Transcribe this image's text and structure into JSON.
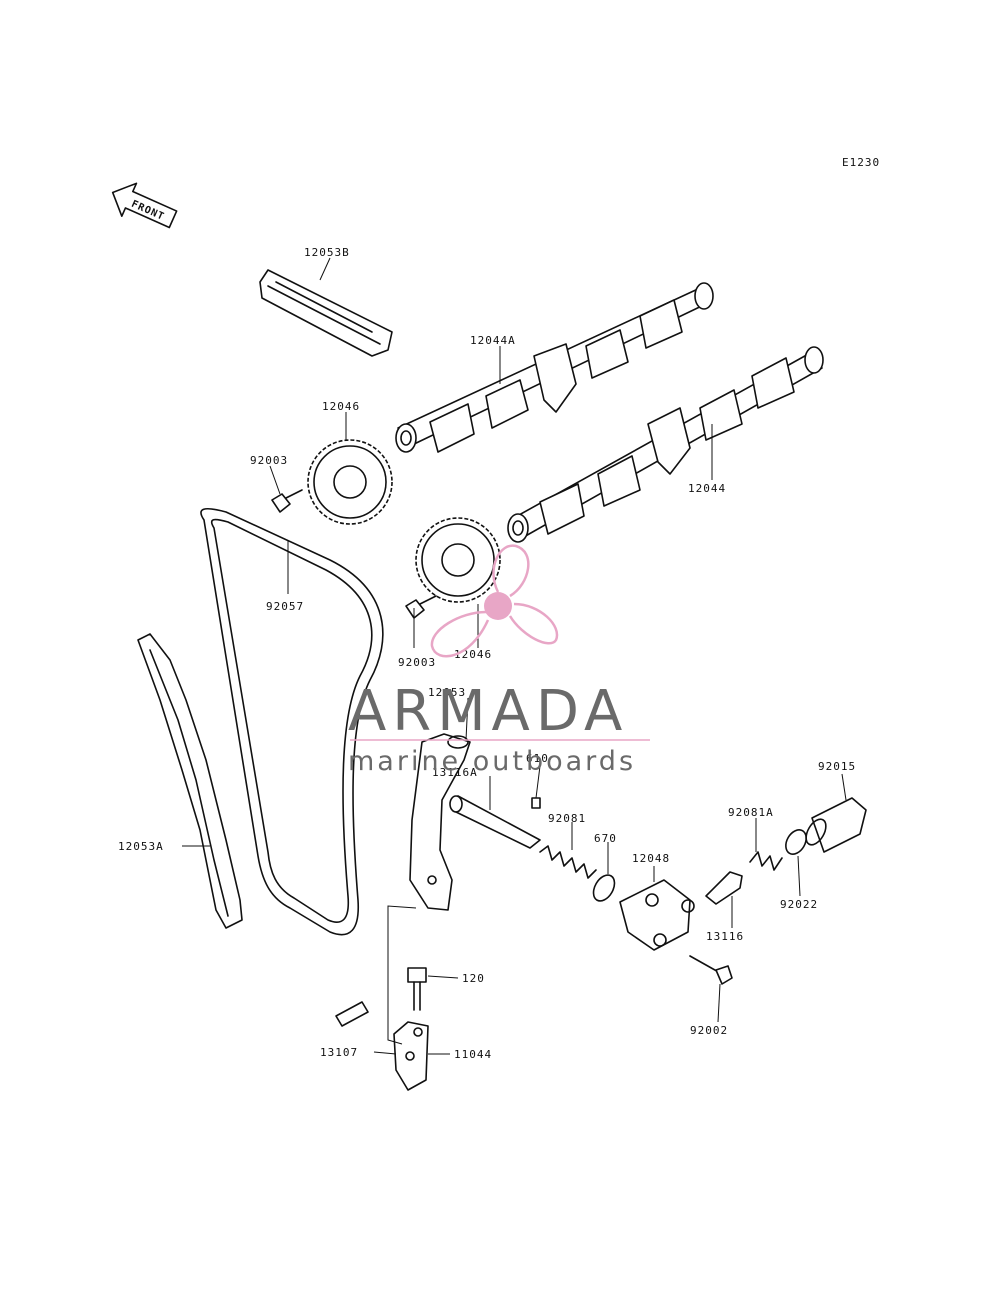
{
  "figure_code": "E1230",
  "direction_label": "FRONT",
  "parts": [
    {
      "id": "12053B",
      "label": "12053B"
    },
    {
      "id": "12044A",
      "label": "12044A"
    },
    {
      "id": "12046_top",
      "label": "12046"
    },
    {
      "id": "92003_top",
      "label": "92003"
    },
    {
      "id": "12044",
      "label": "12044"
    },
    {
      "id": "92057",
      "label": "92057"
    },
    {
      "id": "92003_bottom",
      "label": "92003"
    },
    {
      "id": "12046_bottom",
      "label": "12046"
    },
    {
      "id": "12053",
      "label": "12053"
    },
    {
      "id": "610",
      "label": "610"
    },
    {
      "id": "13116A",
      "label": "13116A"
    },
    {
      "id": "92081",
      "label": "92081"
    },
    {
      "id": "670",
      "label": "670"
    },
    {
      "id": "12048",
      "label": "12048"
    },
    {
      "id": "92081A",
      "label": "92081A"
    },
    {
      "id": "92015",
      "label": "92015"
    },
    {
      "id": "92022",
      "label": "92022"
    },
    {
      "id": "13116",
      "label": "13116"
    },
    {
      "id": "12053A",
      "label": "12053A"
    },
    {
      "id": "120",
      "label": "120"
    },
    {
      "id": "13107",
      "label": "13107"
    },
    {
      "id": "11044",
      "label": "11044"
    },
    {
      "id": "92002",
      "label": "92002"
    }
  ],
  "watermark": {
    "brand": "ARMADA",
    "tagline": "marine outboards",
    "colors": {
      "logo": "#e8a6c6",
      "text": "#6a6a6a"
    }
  }
}
